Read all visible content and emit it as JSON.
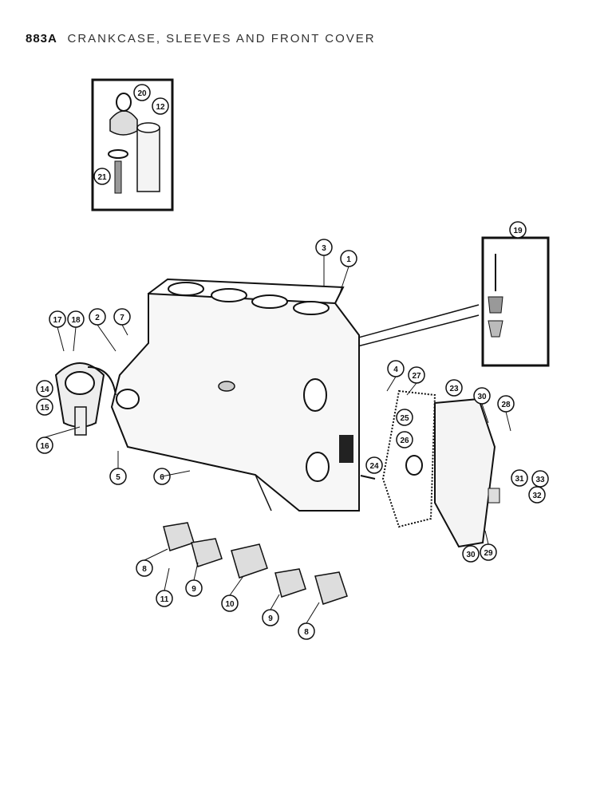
{
  "header": {
    "page_code": "883A",
    "page_title": "CRANKCASE, SLEEVES AND FRONT COVER"
  },
  "callouts": [
    {
      "id": "c20",
      "label": "20"
    },
    {
      "id": "c12",
      "label": "12"
    },
    {
      "id": "c21",
      "label": "21"
    },
    {
      "id": "c19",
      "label": "19"
    },
    {
      "id": "c3",
      "label": "3"
    },
    {
      "id": "c1",
      "label": "1"
    },
    {
      "id": "c17",
      "label": "17"
    },
    {
      "id": "c18",
      "label": "18"
    },
    {
      "id": "c2",
      "label": "2"
    },
    {
      "id": "c7",
      "label": "7"
    },
    {
      "id": "c14",
      "label": "14"
    },
    {
      "id": "c15",
      "label": "15"
    },
    {
      "id": "c16",
      "label": "16"
    },
    {
      "id": "c5",
      "label": "5"
    },
    {
      "id": "c6",
      "label": "6"
    },
    {
      "id": "c4",
      "label": "4"
    },
    {
      "id": "c27",
      "label": "27"
    },
    {
      "id": "c23",
      "label": "23"
    },
    {
      "id": "c30a",
      "label": "30"
    },
    {
      "id": "c28",
      "label": "28"
    },
    {
      "id": "c25",
      "label": "25"
    },
    {
      "id": "c26",
      "label": "26"
    },
    {
      "id": "c24",
      "label": "24"
    },
    {
      "id": "c31",
      "label": "31"
    },
    {
      "id": "c33",
      "label": "33"
    },
    {
      "id": "c32",
      "label": "32"
    },
    {
      "id": "c30b",
      "label": "30"
    },
    {
      "id": "c29",
      "label": "29"
    },
    {
      "id": "c8a",
      "label": "8"
    },
    {
      "id": "c11",
      "label": "11"
    },
    {
      "id": "c9a",
      "label": "9"
    },
    {
      "id": "c10",
      "label": "10"
    },
    {
      "id": "c9b",
      "label": "9"
    },
    {
      "id": "c8b",
      "label": "8"
    }
  ]
}
